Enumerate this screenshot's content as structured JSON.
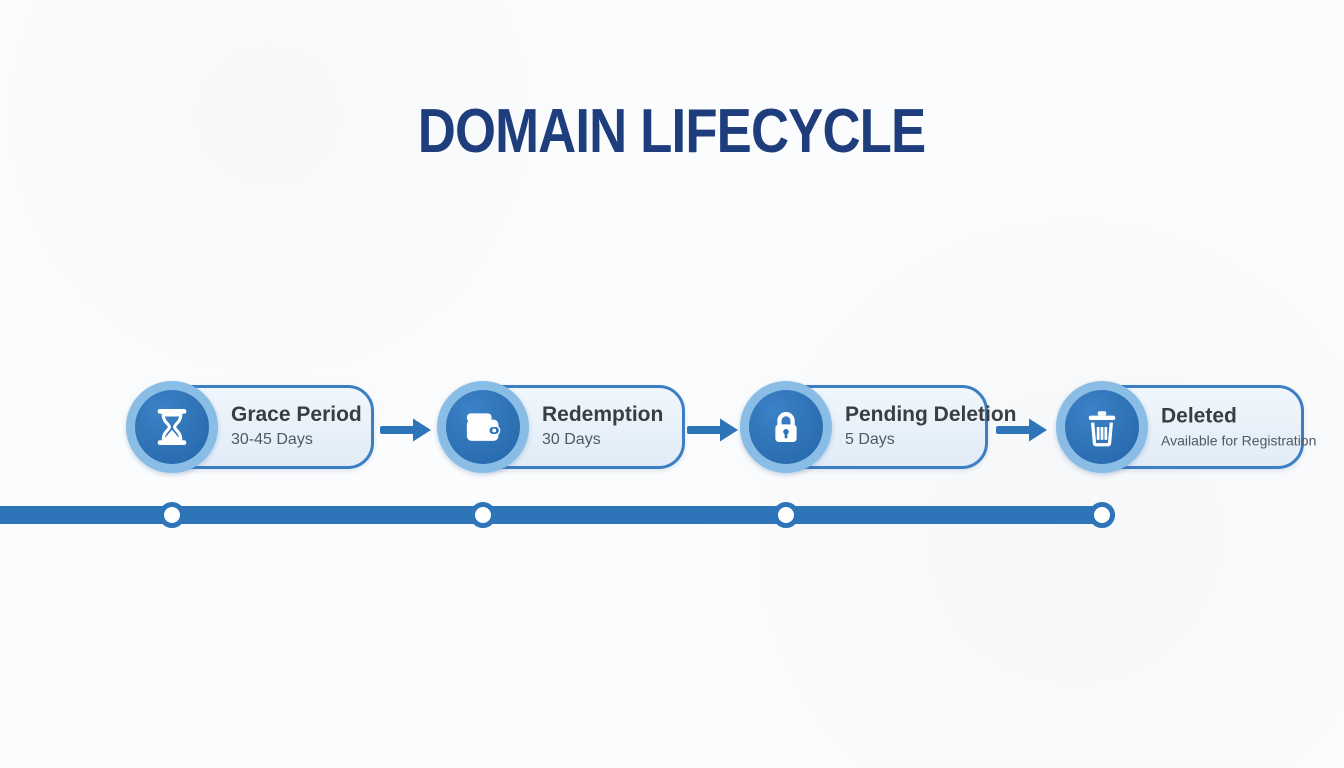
{
  "title": "DOMAIN LIFECYCLE",
  "stages": [
    {
      "name": "Grace Period",
      "duration": "30-45 Days",
      "icon": "hourglass"
    },
    {
      "name": "Redemption",
      "duration": "30 Days",
      "icon": "wallet"
    },
    {
      "name": "Pending Deletion",
      "duration": "5 Days",
      "icon": "lock"
    },
    {
      "name": "Deleted",
      "duration": "Available for Registration",
      "icon": "trash"
    }
  ],
  "connectors": {
    "arrow_icon": "arrow-right-icon",
    "count": 3
  },
  "timeline": {
    "milestone_count": 4
  },
  "colors": {
    "title_navy": "#1e3d7c",
    "primary_blue": "#2e74b8",
    "ring_light_blue": "#89bde5",
    "card_fill": "#eaf2fb",
    "card_border": "#3c7ec3",
    "name_text": "#393e45",
    "duration_text": "#4e5a66"
  }
}
